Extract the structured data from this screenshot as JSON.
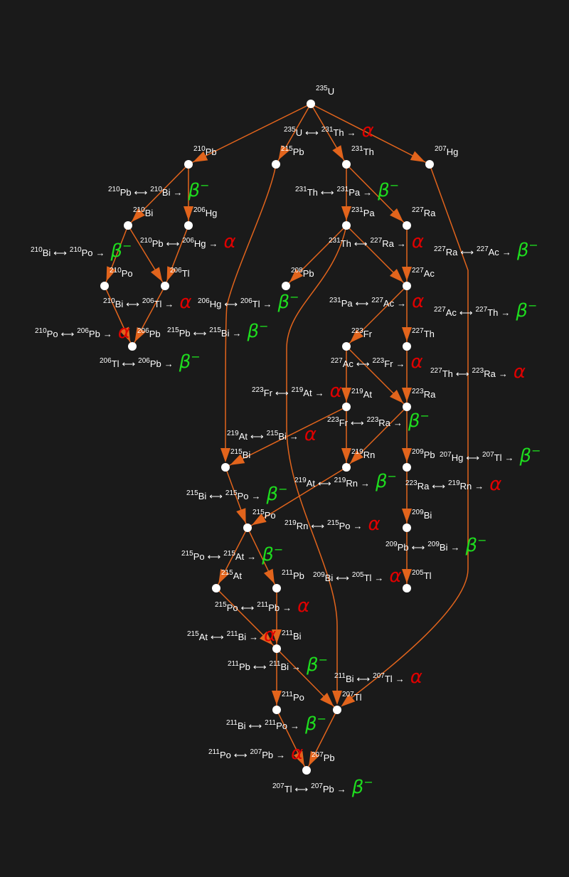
{
  "colors": {
    "background": "#1a1a1a",
    "edge": "#e2641c",
    "node": "#ffffff",
    "alpha": "#e00000",
    "beta": "#1edc1e"
  },
  "nodes": [
    {
      "id": "U235",
      "mass": "235",
      "sym": "U"
    },
    {
      "id": "Pb210",
      "mass": "210",
      "sym": "Pb"
    },
    {
      "id": "Pb215",
      "mass": "215",
      "sym": "Pb"
    },
    {
      "id": "Th231",
      "mass": "231",
      "sym": "Th"
    },
    {
      "id": "Hg207",
      "mass": "207",
      "sym": "Hg"
    },
    {
      "id": "Bi210",
      "mass": "210",
      "sym": "Bi"
    },
    {
      "id": "Hg206",
      "mass": "206",
      "sym": "Hg"
    },
    {
      "id": "Pa231",
      "mass": "231",
      "sym": "Pa"
    },
    {
      "id": "Ra227",
      "mass": "227",
      "sym": "Ra"
    },
    {
      "id": "Po210",
      "mass": "210",
      "sym": "Po"
    },
    {
      "id": "Tl206",
      "mass": "206",
      "sym": "Tl"
    },
    {
      "id": "Pb208",
      "mass": "208",
      "sym": "Pb"
    },
    {
      "id": "Ac227",
      "mass": "227",
      "sym": "Ac"
    },
    {
      "id": "Pb206",
      "mass": "206",
      "sym": "Pb"
    },
    {
      "id": "Fr223",
      "mass": "223",
      "sym": "Fr"
    },
    {
      "id": "Th227",
      "mass": "227",
      "sym": "Th"
    },
    {
      "id": "At219",
      "mass": "219",
      "sym": "At"
    },
    {
      "id": "Ra223",
      "mass": "223",
      "sym": "Ra"
    },
    {
      "id": "Bi215",
      "mass": "215",
      "sym": "Bi"
    },
    {
      "id": "Rn219",
      "mass": "219",
      "sym": "Rn"
    },
    {
      "id": "Pb209",
      "mass": "209",
      "sym": "Pb"
    },
    {
      "id": "Po215",
      "mass": "215",
      "sym": "Po"
    },
    {
      "id": "Bi209",
      "mass": "209",
      "sym": "Bi"
    },
    {
      "id": "At215",
      "mass": "215",
      "sym": "At"
    },
    {
      "id": "Pb211",
      "mass": "211",
      "sym": "Pb"
    },
    {
      "id": "Tl205",
      "mass": "205",
      "sym": "Tl"
    },
    {
      "id": "Bi211",
      "mass": "211",
      "sym": "Bi"
    },
    {
      "id": "Po211",
      "mass": "211",
      "sym": "Po"
    },
    {
      "id": "Tl207",
      "mass": "207",
      "sym": "Tl"
    },
    {
      "id": "Pb207",
      "mass": "207",
      "sym": "Pb"
    }
  ],
  "edges": [
    {
      "from": "U235",
      "to": "Pb210",
      "decay": ""
    },
    {
      "from": "U235",
      "to": "Pb215",
      "decay": ""
    },
    {
      "from": "U235",
      "to": "Th231",
      "decay": "alpha"
    },
    {
      "from": "U235",
      "to": "Hg207",
      "decay": ""
    },
    {
      "from": "Pb210",
      "to": "Bi210",
      "decay": "beta"
    },
    {
      "from": "Pb210",
      "to": "Hg206",
      "decay": "alpha"
    },
    {
      "from": "Bi210",
      "to": "Po210",
      "decay": "beta"
    },
    {
      "from": "Bi210",
      "to": "Tl206",
      "decay": "alpha"
    },
    {
      "from": "Hg206",
      "to": "Tl206",
      "decay": "beta"
    },
    {
      "from": "Po210",
      "to": "Pb206",
      "decay": "alpha"
    },
    {
      "from": "Tl206",
      "to": "Pb206",
      "decay": "beta"
    },
    {
      "from": "Pb215",
      "to": "Bi215",
      "decay": "beta"
    },
    {
      "from": "Th231",
      "to": "Pa231",
      "decay": "beta"
    },
    {
      "from": "Th231",
      "to": "Ra227",
      "decay": "alpha"
    },
    {
      "from": "Pa231",
      "to": "Ac227",
      "decay": "alpha"
    },
    {
      "from": "Ra227",
      "to": "Ac227",
      "decay": "beta"
    },
    {
      "from": "Pa231",
      "to": "Pb208",
      "decay": ""
    },
    {
      "from": "Pa231",
      "to": "Tl207",
      "decay": ""
    },
    {
      "from": "Ac227",
      "to": "Fr223",
      "decay": "alpha"
    },
    {
      "from": "Ac227",
      "to": "Th227",
      "decay": "beta"
    },
    {
      "from": "Fr223",
      "to": "At219",
      "decay": "alpha"
    },
    {
      "from": "Fr223",
      "to": "Ra223",
      "decay": "beta"
    },
    {
      "from": "Th227",
      "to": "Ra223",
      "decay": "alpha"
    },
    {
      "from": "At219",
      "to": "Bi215",
      "decay": "alpha"
    },
    {
      "from": "At219",
      "to": "Rn219",
      "decay": "beta"
    },
    {
      "from": "Ra223",
      "to": "Rn219",
      "decay": "alpha"
    },
    {
      "from": "Ra223",
      "to": "Pb209",
      "decay": ""
    },
    {
      "from": "Hg207",
      "to": "Tl207",
      "decay": "beta"
    },
    {
      "from": "Bi215",
      "to": "Po215",
      "decay": "beta"
    },
    {
      "from": "Rn219",
      "to": "Po215",
      "decay": "alpha"
    },
    {
      "from": "Pb209",
      "to": "Bi209",
      "decay": "beta"
    },
    {
      "from": "Po215",
      "to": "At215",
      "decay": "beta"
    },
    {
      "from": "Po215",
      "to": "Pb211",
      "decay": "alpha"
    },
    {
      "from": "Bi209",
      "to": "Tl205",
      "decay": "alpha"
    },
    {
      "from": "At215",
      "to": "Bi211",
      "decay": "alpha"
    },
    {
      "from": "Pb211",
      "to": "Bi211",
      "decay": "beta"
    },
    {
      "from": "Bi211",
      "to": "Po211",
      "decay": "beta"
    },
    {
      "from": "Bi211",
      "to": "Tl207",
      "decay": "alpha"
    },
    {
      "from": "Po211",
      "to": "Pb207",
      "decay": "alpha"
    },
    {
      "from": "Tl207",
      "to": "Pb207",
      "decay": "beta"
    }
  ],
  "symbols": {
    "link": "⟷",
    "arrow": "→",
    "alpha": "α",
    "beta": "β",
    "beta_sup": "−"
  }
}
